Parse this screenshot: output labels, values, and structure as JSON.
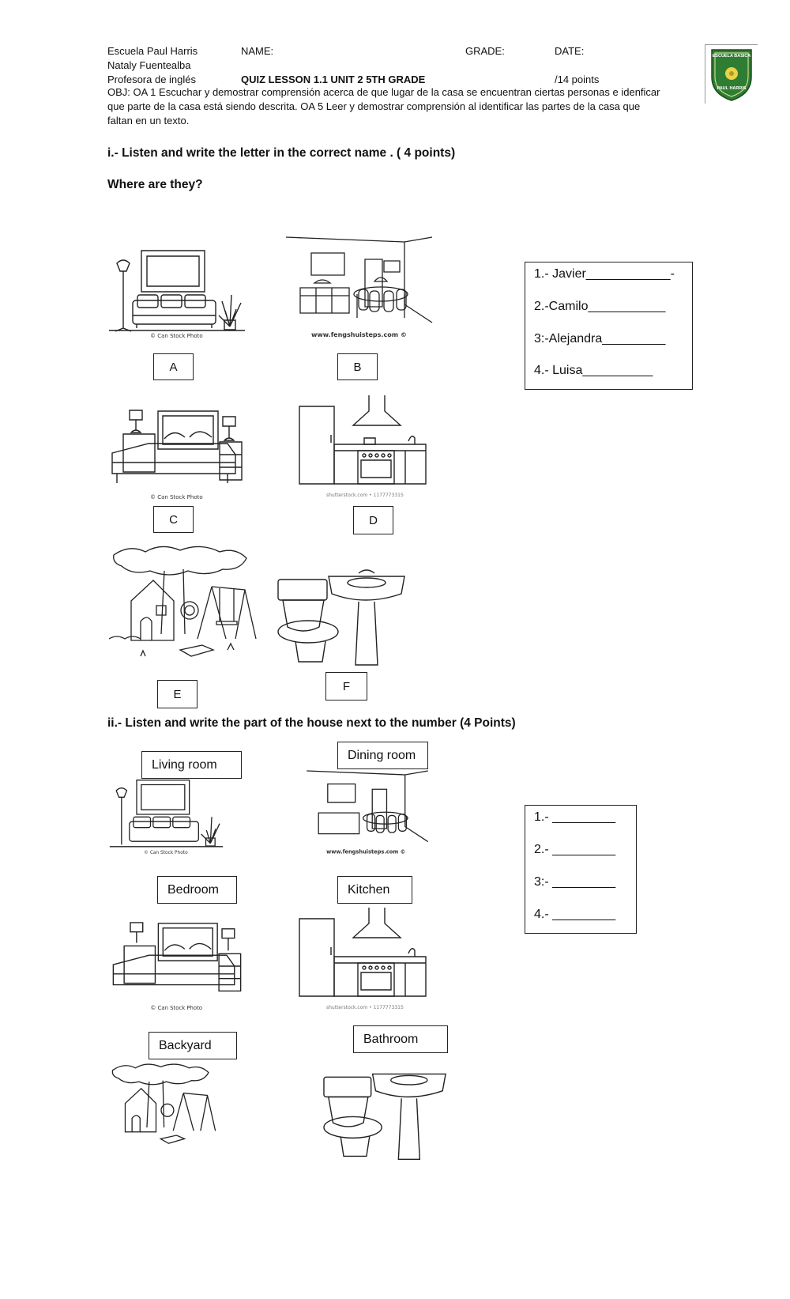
{
  "header": {
    "school": "Escuela Paul Harris",
    "teacher": "Nataly Fuentealba",
    "role": "Profesora de inglés",
    "name_label": "NAME:",
    "grade_label": "GRADE:",
    "date_label": "DATE:",
    "quiz_title": "QUIZ LESSON 1.1 UNIT 2  5TH GRADE",
    "points": "/14 points",
    "objective": "OBJ: OA 1 Escuchar y demostrar comprensión acerca de que lugar de la casa se encuentran ciertas personas e idenficar que parte de la casa está siendo descrita. OA 5 Leer y demostrar comprensión al identificar las partes de la casa que faltan en un texto.",
    "logo_top": "ESCUELA BASICA",
    "logo_bottom": "PAUL HARRIS",
    "logo_color": "#2f7d32"
  },
  "section1": {
    "title": "i.- Listen and write the letter in the correct name . ( 4 points)",
    "subtitle": "Where are they?",
    "letters": [
      "A",
      "B",
      "C",
      "D",
      "E",
      "F"
    ],
    "captions": {
      "living": "© Can Stock Photo",
      "dining": "www.fengshuisteps.com ©",
      "bedroom": "© Can Stock Photo",
      "kitchen": "shutterstock.com • 1177773315"
    },
    "answers": [
      "1.- Javier____________-",
      "2.-Camilo___________",
      "3:-Alejandra_________",
      "4.- Luisa__________"
    ]
  },
  "section2": {
    "title": "ii.- Listen and write the part of the house next to the number (4 Points)",
    "labels": {
      "living": "Living room",
      "dining": "Dining room",
      "bedroom": "Bedroom",
      "kitchen": "Kitchen",
      "backyard": "Backyard",
      "bathroom": "Bathroom"
    },
    "captions": {
      "living": "© Can Stock Photo",
      "dining": "www.fengshuisteps.com ©",
      "bedroom": "© Can Stock Photo",
      "kitchen": "shutterstock.com • 1177773315"
    },
    "answers": [
      "1.- _________",
      "2.- _________",
      "3:- _________",
      "4.- _________"
    ]
  }
}
